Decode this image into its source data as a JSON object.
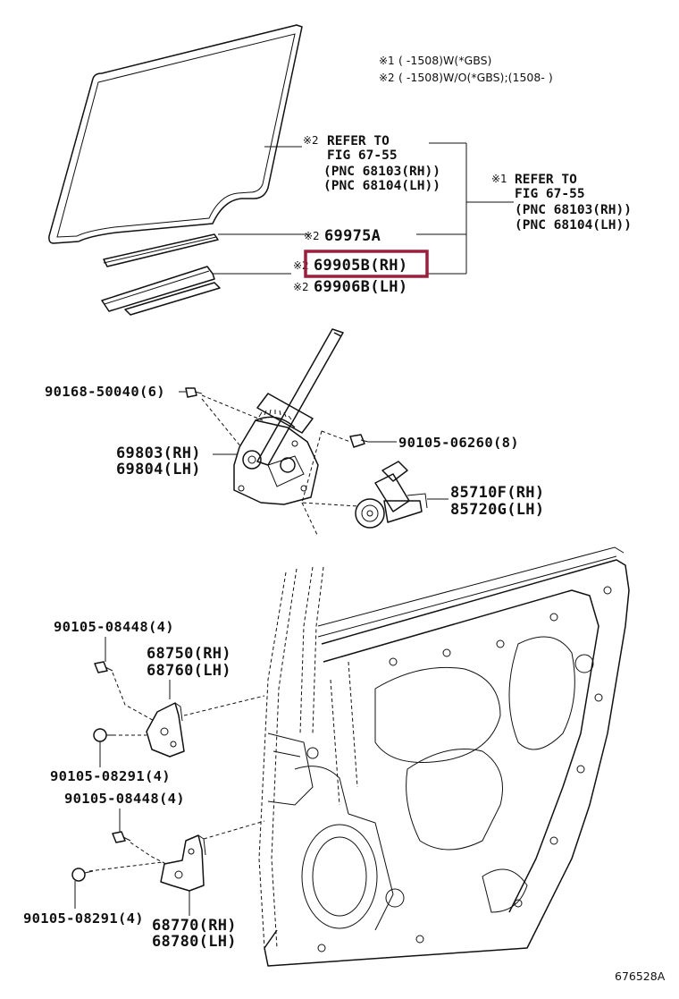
{
  "notes": {
    "n1_mark": "※1",
    "n1_text": "(    -1508)W(*GBS)",
    "n2_mark": "※2",
    "n2_text": "(    -1508)W/O(*GBS);(1508-      )"
  },
  "refs": {
    "ref2": {
      "mark": "※2",
      "line1": "REFER TO",
      "line2": "FIG 67-55",
      "line3": "(PNC 68103(RH))",
      "line4": "(PNC 68104(LH))"
    },
    "ref1": {
      "mark": "※1",
      "line1": "REFER TO",
      "line2": "FIG 67-55",
      "line3": "(PNC 68103(RH))",
      "line4": "(PNC 68104(LH))"
    }
  },
  "parts": {
    "p69975a": {
      "mark": "※2",
      "label": "69975A"
    },
    "p69905b": {
      "mark": "※2",
      "label": "69905B(RH)"
    },
    "p69906b": {
      "mark": "※2",
      "label": "69906B(LH)"
    },
    "bolt_90168": "90168-50040(6)",
    "regulator_rh": "69803(RH)",
    "regulator_lh": "69804(LH)",
    "bolt_90105_06260": "90105-06260(8)",
    "motor_rh": "85710F(RH)",
    "motor_lh": "85720G(LH)",
    "bolt_upper_a": "90105-08448(4)",
    "hinge_upper_rh": "68750(RH)",
    "hinge_upper_lh": "68760(LH)",
    "bolt_upper_b": "90105-08291(4)",
    "bolt_lower_a": "90105-08448(4)",
    "bolt_lower_b": "90105-08291(4)",
    "hinge_lower_rh": "68770(RH)",
    "hinge_lower_lh": "68780(LH)"
  },
  "diagram_code": "676528A",
  "colors": {
    "highlight": "#a01c3c",
    "ink": "#111111"
  }
}
